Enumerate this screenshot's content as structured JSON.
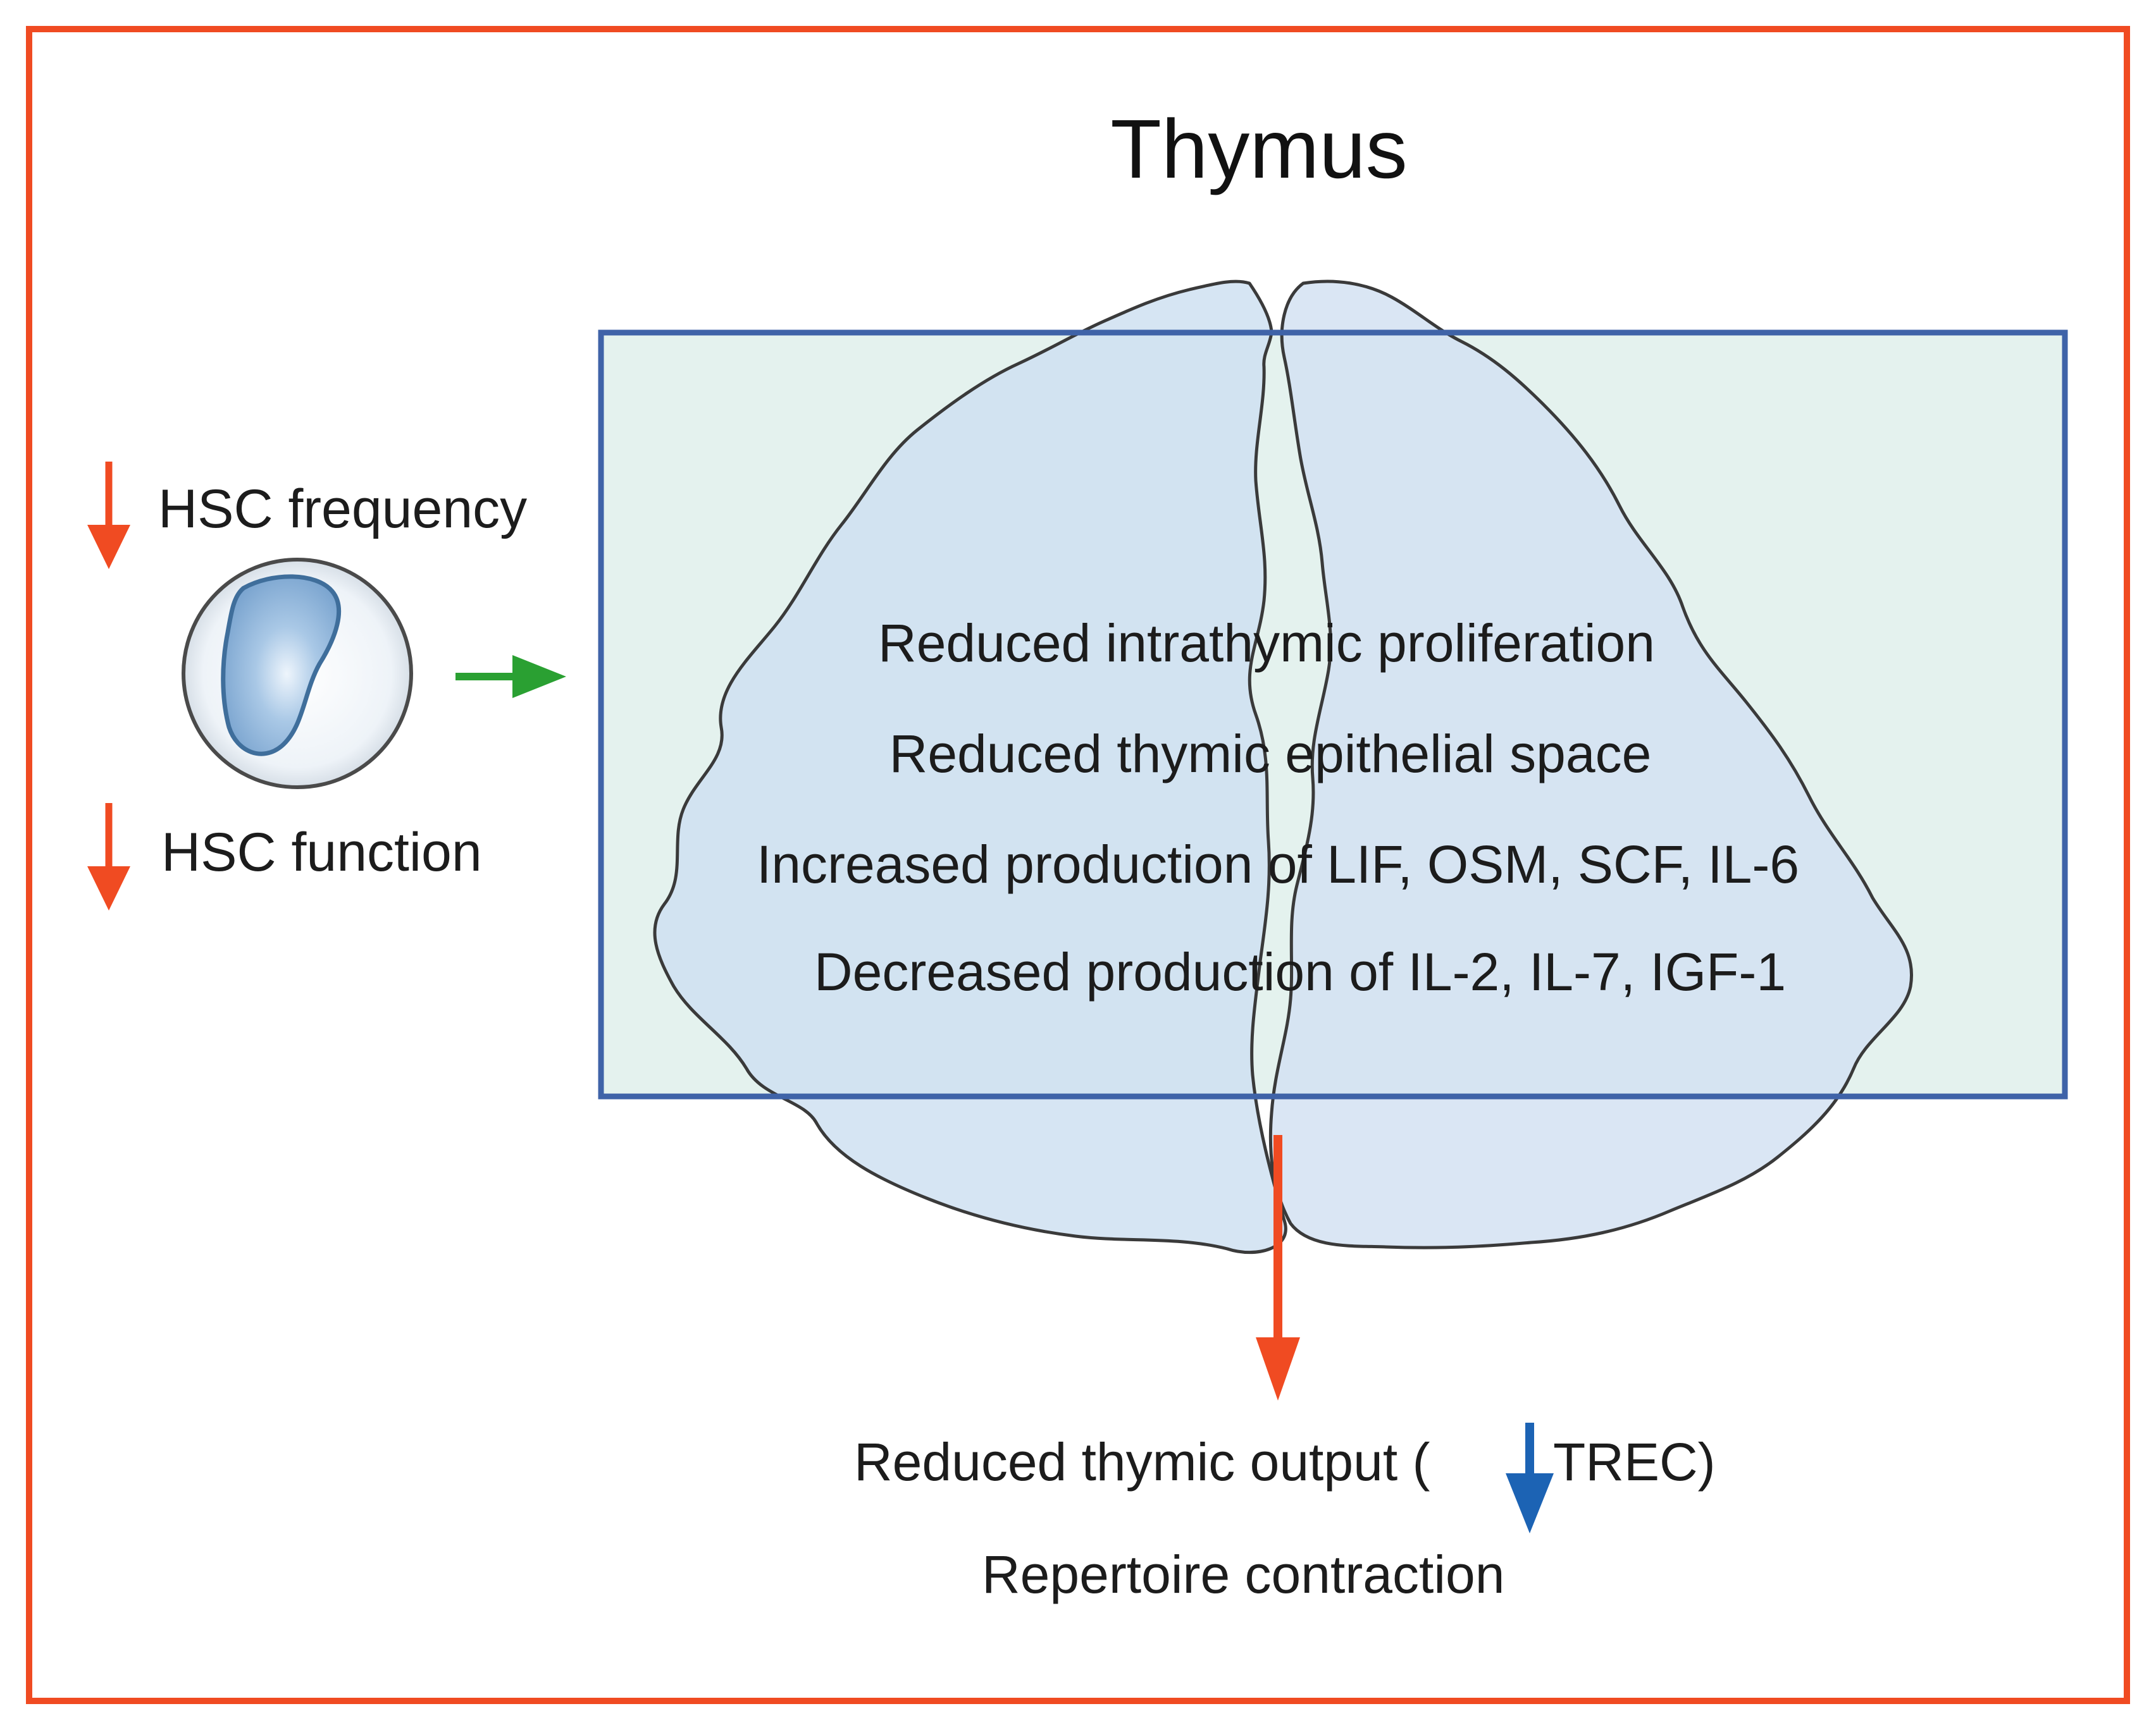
{
  "title": "Thymus",
  "hsc": {
    "frequency_label": "HSC frequency",
    "function_label": "HSC function"
  },
  "thymus_effects": [
    "Reduced intrathymic proliferation",
    "Reduced thymic epithelial space",
    "Increased production of LIF, OSM, SCF, IL-6",
    "Decreased production of IL-2, IL-7, IGF-1"
  ],
  "outcome": {
    "output_prefix": "Reduced thymic output (",
    "output_suffix": "TREC)",
    "repertoire": "Repertoire contraction"
  },
  "colors": {
    "frame": "#f04b22",
    "red_arrow": "#f04b22",
    "green_arrow": "#2aa032",
    "blue_arrow": "#1c63b4",
    "box_border": "#3f63a8",
    "box_fill": "#e4f2ee",
    "lobe_fill": "#cfe0f1"
  },
  "icons": [
    "down-arrow-icon",
    "right-arrow-icon",
    "stem-cell-icon",
    "thymus-lobe-icon"
  ]
}
